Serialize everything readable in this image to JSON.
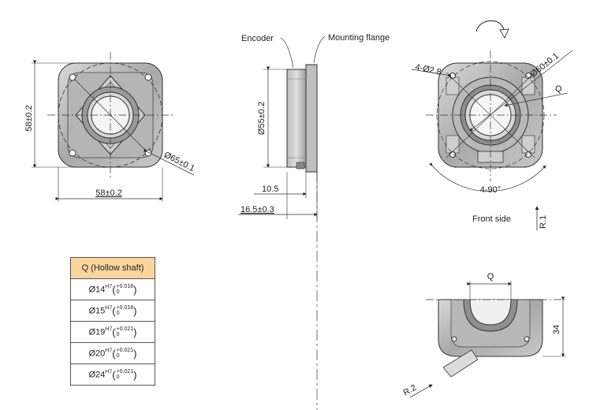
{
  "labels": {
    "encoder": "Encoder",
    "mounting_flange": "Mounting flange",
    "front_side": "Front side",
    "dim_58_height": "58±0.2",
    "dim_58_width": "58±0.2",
    "dim_65": "Ø65±0.1",
    "dim_55": "Ø55±0.2",
    "dim_10_5": "10.5",
    "dim_16_5": "16.5±0.3",
    "dim_4_28": "4-Ø2.8",
    "dim_60": "Ø60±0.1",
    "q_label": "Q",
    "angle_4_90": "4-90°",
    "r1": "R.1",
    "r2": "R.2",
    "q_label_bottom": "Q",
    "dim_34": "34"
  },
  "table": {
    "header": "Q (Hollow shaft)",
    "rows": [
      {
        "dia": "Ø14",
        "fit": "H7",
        "upper": "+0.018",
        "lower": "0"
      },
      {
        "dia": "Ø15",
        "fit": "H7",
        "upper": "+0.018",
        "lower": "0"
      },
      {
        "dia": "Ø19",
        "fit": "H7",
        "upper": "+0.021",
        "lower": "0"
      },
      {
        "dia": "Ø20",
        "fit": "H7",
        "upper": "+0.021",
        "lower": "0"
      },
      {
        "dia": "Ø24",
        "fit": "H7",
        "upper": "+0.021",
        "lower": "0"
      }
    ]
  }
}
